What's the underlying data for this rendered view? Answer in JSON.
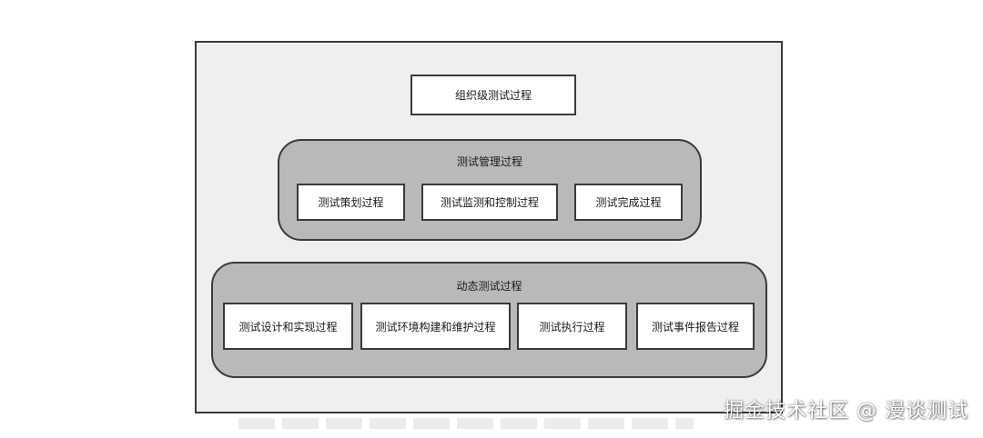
{
  "diagram": {
    "top_box": "组织级测试过程",
    "management": {
      "title": "测试管理过程",
      "items": [
        "测试策划过程",
        "测试监测和控制过程",
        "测试完成过程"
      ]
    },
    "dynamic": {
      "title": "动态测试过程",
      "items": [
        "测试设计和实现过程",
        "测试环境构建和维护过程",
        "测试执行过程",
        "测试事件报告过程"
      ]
    }
  },
  "watermark": "掘金技术社区 @ 漫谈测试",
  "colors": {
    "frame_fill": "#efefef",
    "group_fill": "#b9b9b9",
    "box_fill": "#ffffff",
    "stroke": "#3a3a3a"
  }
}
